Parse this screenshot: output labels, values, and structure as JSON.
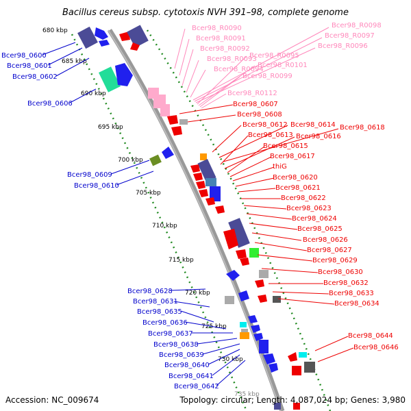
{
  "title": "Bacillus cereus subsp. cytotoxis NVH 391–98, complete genome",
  "footer": {
    "accession": "Accession: NC_009674",
    "topology": "Topology: circular; Length: 4,087,024 bp; Genes: 3,980"
  },
  "colors": {
    "backbone": "#888888",
    "tick": "#228b22",
    "blue_label": "#0000cc",
    "red_label": "#ee0000",
    "pink_label": "#ff88bb"
  },
  "kbp_marks": [
    "680 kbp",
    "685 kbp",
    "690 kbp",
    "695 kbp",
    "700 kbp",
    "705 kbp",
    "710 kbp",
    "715 kbp",
    "720 kbp",
    "725 kbp",
    "730 kbp",
    "735 kbp"
  ],
  "left_labels": [
    "Bcer98_0600",
    "Bcer98_0601",
    "Bcer98_0602",
    "Bcer98_0606",
    "Bcer98_0609",
    "Bcer98_0610",
    "Bcer98_0628",
    "Bcer98_0631",
    "Bcer98_0635",
    "Bcer98_0636",
    "Bcer98_0637",
    "Bcer98_0638",
    "Bcer98_0639",
    "Bcer98_0640",
    "Bcer98_0641",
    "Bcer98_0642"
  ],
  "rna_labels": [
    "Bcer98_R0090",
    "Bcer98_R0091",
    "Bcer98_R0092",
    "Bcer98_R0093",
    "Bcer98_R0094",
    "Bcer98_R0098",
    "Bcer98_R0097",
    "Bcer98_R0096",
    "Bcer98_R0095",
    "Bcer98_R0101",
    "Bcer98_R0099",
    "Bcer98_R0112"
  ],
  "right_labels": [
    "Bcer98_0607",
    "Bcer98_0608",
    "Bcer98_0612",
    "Bcer98_0614",
    "Bcer98_0618",
    "Bcer98_0613",
    "Bcer98_0616",
    "Bcer98_0615",
    "Bcer98_0617",
    "thiG",
    "Bcer98_0620",
    "Bcer98_0621",
    "Bcer98_0622",
    "Bcer98_0623",
    "Bcer98_0624",
    "Bcer98_0625",
    "Bcer98_0626",
    "Bcer98_0627",
    "Bcer98_0629",
    "Bcer98_0630",
    "Bcer98_0632",
    "Bcer98_0633",
    "Bcer98_0634",
    "Bcer98_0644",
    "Bcer98_0646"
  ],
  "genes": [
    {
      "color": "#4b4b96",
      "shape": "box"
    },
    {
      "color": "#2020ee",
      "shape": "arrow"
    },
    {
      "color": "#22dd99",
      "shape": "box"
    },
    {
      "color": "#2020ee",
      "shape": "box"
    },
    {
      "color": "#6b8e23",
      "shape": "box"
    },
    {
      "color": "#ee0000",
      "shape": "arrow"
    },
    {
      "color": "#ffaacc",
      "shape": "box"
    },
    {
      "color": "#ff9900",
      "shape": "box"
    },
    {
      "color": "#4682b4",
      "shape": "box"
    },
    {
      "color": "#aaaaaa",
      "shape": "box"
    },
    {
      "color": "#555555",
      "shape": "box"
    },
    {
      "color": "#33ee33",
      "shape": "box"
    },
    {
      "color": "#00eeee",
      "shape": "box"
    }
  ]
}
